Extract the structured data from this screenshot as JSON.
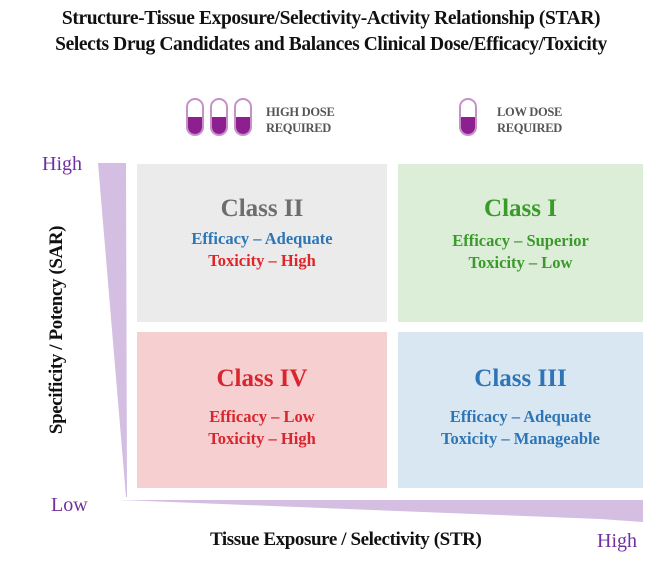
{
  "title": {
    "line1": "Structure-Tissue Exposure/Selectivity-Activity Relationship (STAR)",
    "line2": "Selects Drug Candidates and Balances Clinical Dose/Efficacy/Toxicity"
  },
  "dose_legend": {
    "high": {
      "label_line1": "HIGH DOSE",
      "label_line2": "REQUIRED",
      "capsule_count": 3,
      "fill_fraction": 0.5
    },
    "low": {
      "label_line1": "LOW DOSE",
      "label_line2": "REQUIRED",
      "capsule_count": 1,
      "fill_fraction": 0.5
    }
  },
  "colors": {
    "capsule_fill": "#8e1f8e",
    "capsule_border": "#c690c8",
    "axis_wedge": "#d4bfe3",
    "axis_word": "#7030a0"
  },
  "y_axis": {
    "label": "Specificity / Potency (SAR)",
    "high": "High",
    "low": "Low"
  },
  "x_axis": {
    "label": "Tissue Exposure / Selectivity (STR)",
    "low": "Low",
    "high": "High"
  },
  "quadrants": [
    {
      "id": "class-ii",
      "title": "Class II",
      "efficacy": "Efficacy – Adequate",
      "toxicity": "Toxicity – High",
      "bg": "#ebebeb",
      "title_color": "#6d6d6d",
      "efficacy_color": "#2e75b6",
      "toxicity_color": "#e0252a"
    },
    {
      "id": "class-i",
      "title": "Class I",
      "efficacy": "Efficacy – Superior",
      "toxicity": "Toxicity – Low",
      "bg": "#dcedd8",
      "title_color": "#3a9a2a",
      "efficacy_color": "#3a9a2a",
      "toxicity_color": "#3a9a2a"
    },
    {
      "id": "class-iv",
      "title": "Class IV",
      "efficacy": "Efficacy – Low",
      "toxicity": "Toxicity – High",
      "bg": "#f6cfd1",
      "title_color": "#d9252d",
      "efficacy_color": "#d9252d",
      "toxicity_color": "#d9252d"
    },
    {
      "id": "class-iii",
      "title": "Class III",
      "efficacy": "Efficacy – Adequate",
      "toxicity": "Toxicity – Manageable",
      "bg": "#d9e7f2",
      "title_color": "#2e75b6",
      "efficacy_color": "#2e75b6",
      "toxicity_color": "#2e75b6"
    }
  ]
}
